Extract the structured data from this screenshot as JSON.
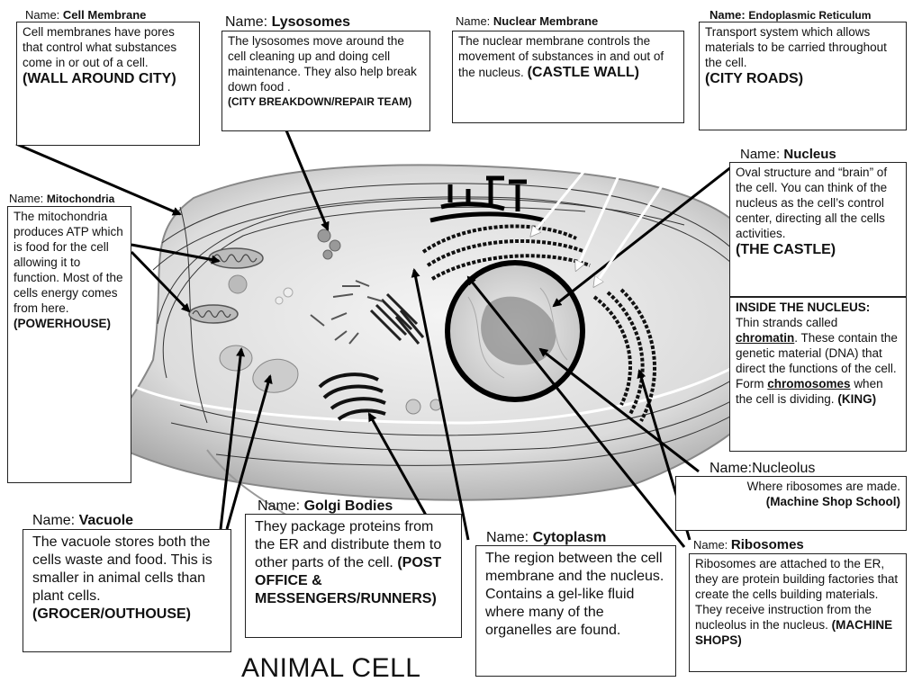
{
  "title": "ANIMAL CELL",
  "name_prefix": "Name:",
  "labels": {
    "cell_membrane": {
      "name": "Cell Membrane",
      "text": "Cell membranes have pores that control what substances come in or out of a cell.",
      "role": "(WALL AROUND CITY)"
    },
    "lysosomes": {
      "name": "Lysosomes",
      "text": "The lysosomes move around the cell cleaning up and doing cell maintenance.  They also help break down food .",
      "role": "(CITY BREAKDOWN/REPAIR TEAM)"
    },
    "nuclear_membrane": {
      "name": "Nuclear Membrane",
      "text": "The nuclear membrane controls the movement of substances in and out of the nucleus.",
      "role": "(CASTLE WALL)"
    },
    "endoplasmic_reticulum": {
      "name": "Endoplasmic Reticulum",
      "text": "Transport system which allows materials to be carried throughout the cell.",
      "role": "(CITY ROADS)"
    },
    "nucleus": {
      "name": "Nucleus",
      "text": "Oval structure and “brain” of the cell.  You can think of the nucleus as the cell’s control center, directing all the cells activities.",
      "role": "(THE CASTLE)",
      "inside_heading": "INSIDE THE NUCLEUS:",
      "inside_1": "Thin strands called",
      "chromatin": "chromatin",
      "inside_2": ".  These contain the genetic material (DNA) that direct the functions of the cell.  Form",
      "chromosomes": "chromosomes",
      "inside_3": "when the cell is dividing.",
      "inside_role": "(KING)"
    },
    "mitochondria": {
      "name": "Mitochondria",
      "text": "The mitochondria produces ATP which is food for the cell allowing it to function.  Most of the cells energy comes from here.",
      "role": "(POWERHOUSE)"
    },
    "nucleolus": {
      "name_full": "Name:Nucleolus",
      "text": "Where ribosomes are made.",
      "role": "(Machine Shop School)"
    },
    "vacuole": {
      "name": "Vacuole",
      "text": "The vacuole stores both the cells waste and food.  This is smaller in animal cells than plant cells.",
      "role": "(GROCER/OUTHOUSE)"
    },
    "golgi": {
      "name": "Golgi Bodies",
      "text": "They package proteins from the ER and distribute them to other parts of the cell.",
      "role": "(POST OFFICE & MESSENGERS/RUNNERS)"
    },
    "cytoplasm": {
      "name": "Cytoplasm",
      "text": "The region between the cell membrane and the nucleus.  Contains a gel-like fluid where many of the organelles are found."
    },
    "ribosomes": {
      "name": "Ribosomes",
      "text": "Ribosomes are attached to the ER, they are protein building factories that create the cells building materials. They receive instruction from the nucleolus in the nucleus.",
      "role": "(MACHINE SHOPS)"
    }
  }
}
